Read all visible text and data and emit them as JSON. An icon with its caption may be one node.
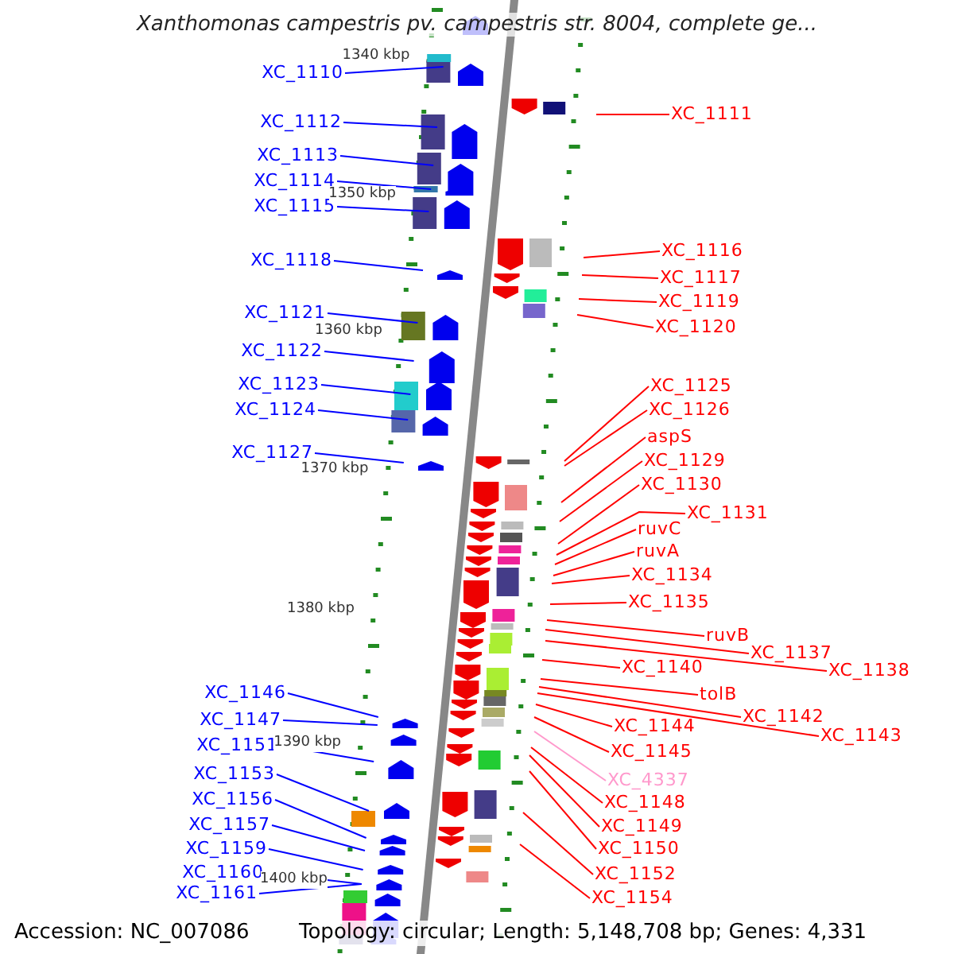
{
  "diagram": {
    "title": "Xanthomonas campestris pv. campestris str. 8004, complete ge...",
    "nodes": [
      {
        "text": [
          "XC_1110"
        ]
      },
      {
        "text": [
          "XC_1112"
        ]
      },
      {
        "text": [
          "XC_1113"
        ]
      },
      {
        "text": [
          "XC_1114"
        ]
      },
      {
        "text": [
          "XC_1115"
        ]
      },
      {
        "text": [
          "XC_1118"
        ]
      },
      {
        "text": [
          "XC_1121"
        ]
      },
      {
        "text": [
          "XC_1122"
        ]
      },
      {
        "text": [
          "XC_1123"
        ]
      },
      {
        "text": [
          "XC_1124"
        ]
      },
      {
        "text": [
          "XC_1127"
        ]
      },
      {
        "text": [
          "XC_1146"
        ]
      },
      {
        "text": [
          "XC_1147"
        ]
      },
      {
        "text": [
          "XC_1151"
        ]
      },
      {
        "text": [
          "XC_1153"
        ]
      },
      {
        "text": [
          "XC_1156"
        ]
      },
      {
        "text": [
          "XC_1157"
        ]
      },
      {
        "text": [
          "XC_1159"
        ]
      },
      {
        "text": [
          "XC_1160"
        ]
      },
      {
        "text": [
          "XC_1161"
        ]
      },
      {
        "text": [
          "XC_1111"
        ]
      },
      {
        "text": [
          "XC_1116"
        ]
      },
      {
        "text": [
          "XC_1117"
        ]
      },
      {
        "text": [
          "XC_1119"
        ]
      },
      {
        "text": [
          "XC_1120"
        ]
      },
      {
        "text": [
          "XC_1125"
        ]
      },
      {
        "text": [
          "XC_1126"
        ]
      },
      {
        "text": [
          "aspS"
        ]
      },
      {
        "text": [
          "XC_1129"
        ]
      },
      {
        "text": [
          "XC_1130"
        ]
      },
      {
        "text": [
          "XC_1131"
        ]
      },
      {
        "text": [
          "ruvC"
        ]
      },
      {
        "text": [
          "ruvA"
        ]
      },
      {
        "text": [
          "XC_1134"
        ]
      },
      {
        "text": [
          "XC_1135"
        ]
      },
      {
        "text": [
          "ruvB"
        ]
      },
      {
        "text": [
          "XC_1137"
        ]
      },
      {
        "text": [
          "XC_1138"
        ]
      },
      {
        "text": [
          "XC_1140"
        ]
      },
      {
        "text": [
          "tolB"
        ]
      },
      {
        "text": [
          "XC_1142"
        ]
      },
      {
        "text": [
          "XC_1143"
        ]
      },
      {
        "text": [
          "XC_1144"
        ]
      },
      {
        "text": [
          "XC_1145"
        ]
      },
      {
        "text": [
          "XC_4337"
        ]
      },
      {
        "text": [
          "XC_1148"
        ]
      },
      {
        "text": [
          "XC_1149"
        ]
      },
      {
        "text": [
          "XC_1150"
        ]
      },
      {
        "text": [
          "XC_1152"
        ]
      },
      {
        "text": [
          "XC_1154"
        ]
      }
    ],
    "edges": [
      {
        "from": 0,
        "to": null,
        "arrow": "none",
        "color": "#0000ff"
      },
      {
        "from": 1,
        "to": null,
        "arrow": "none",
        "color": "#0000ff"
      },
      {
        "from": 2,
        "to": null,
        "arrow": "none",
        "color": "#0000ff"
      },
      {
        "from": 3,
        "to": null,
        "arrow": "none",
        "color": "#0000ff"
      },
      {
        "from": 4,
        "to": null,
        "arrow": "none",
        "color": "#0000ff"
      },
      {
        "from": 5,
        "to": null,
        "arrow": "none",
        "color": "#0000ff"
      },
      {
        "from": 6,
        "to": null,
        "arrow": "none",
        "color": "#0000ff"
      },
      {
        "from": 7,
        "to": null,
        "arrow": "none",
        "color": "#0000ff"
      },
      {
        "from": 8,
        "to": null,
        "arrow": "none",
        "color": "#0000ff"
      },
      {
        "from": 9,
        "to": null,
        "arrow": "none",
        "color": "#0000ff"
      },
      {
        "from": 10,
        "to": null,
        "arrow": "none",
        "color": "#0000ff"
      },
      {
        "from": 11,
        "to": null,
        "arrow": "none",
        "color": "#0000ff"
      },
      {
        "from": 12,
        "to": null,
        "arrow": "none",
        "color": "#0000ff"
      },
      {
        "from": 13,
        "to": null,
        "arrow": "none",
        "color": "#0000ff"
      },
      {
        "from": 14,
        "to": null,
        "arrow": "none",
        "color": "#0000ff"
      },
      {
        "from": 15,
        "to": null,
        "arrow": "none",
        "color": "#0000ff"
      },
      {
        "from": 16,
        "to": null,
        "arrow": "none",
        "color": "#0000ff"
      },
      {
        "from": 17,
        "to": null,
        "arrow": "none",
        "color": "#0000ff"
      },
      {
        "from": 18,
        "to": null,
        "arrow": "none",
        "color": "#0000ff"
      },
      {
        "from": 19,
        "to": null,
        "arrow": "none",
        "color": "#0000ff"
      },
      {
        "from": 20,
        "to": null,
        "arrow": "none"
      },
      {
        "from": 21,
        "to": null,
        "arrow": "none"
      },
      {
        "from": 22,
        "to": null,
        "arrow": "none"
      },
      {
        "from": 23,
        "to": null,
        "arrow": "none"
      },
      {
        "from": 24,
        "to": null,
        "arrow": "none"
      },
      {
        "from": 25,
        "to": null,
        "arrow": "none"
      },
      {
        "from": 26,
        "to": null,
        "arrow": "none"
      },
      {
        "from": 27,
        "to": null,
        "arrow": "none"
      },
      {
        "from": 28,
        "to": null,
        "arrow": "none"
      },
      {
        "from": 29,
        "to": null,
        "arrow": "none"
      },
      {
        "from": 30,
        "to": null,
        "arrow": "none"
      },
      {
        "from": 31,
        "to": null,
        "arrow": "none"
      },
      {
        "from": 32,
        "to": null,
        "arrow": "none"
      },
      {
        "from": 33,
        "to": null,
        "arrow": "none"
      },
      {
        "from": 34,
        "to": null,
        "arrow": "none"
      },
      {
        "from": 35,
        "to": null,
        "arrow": "none"
      },
      {
        "from": 36,
        "to": null,
        "arrow": "none"
      },
      {
        "from": 37,
        "to": null,
        "arrow": "none"
      },
      {
        "from": 38,
        "to": null,
        "arrow": "none"
      },
      {
        "from": 39,
        "to": null,
        "arrow": "none"
      },
      {
        "from": 40,
        "to": null,
        "arrow": "none"
      },
      {
        "from": 41,
        "to": null,
        "arrow": "none"
      },
      {
        "from": 42,
        "to": null,
        "arrow": "none"
      },
      {
        "from": 43,
        "to": null,
        "arrow": "none"
      },
      {
        "from": 44,
        "to": null,
        "arrow": "none",
        "color": "#ff99cc"
      },
      {
        "from": 45,
        "to": null,
        "arrow": "none"
      },
      {
        "from": 46,
        "to": null,
        "arrow": "none"
      },
      {
        "from": 47,
        "to": null,
        "arrow": "none"
      },
      {
        "from": 48,
        "to": null,
        "arrow": "none"
      },
      {
        "from": 49,
        "to": null,
        "arrow": "none"
      }
    ],
    "labels": [
      "1340 kbp",
      "1350 kbp",
      "1360 kbp",
      "1370 kbp",
      "1380 kbp",
      "1390 kbp",
      "1400 kbp",
      "Accession: NC_007086",
      "Topology: circular; Length: 5,148,708 bp; Genes: 4,331"
    ]
  }
}
